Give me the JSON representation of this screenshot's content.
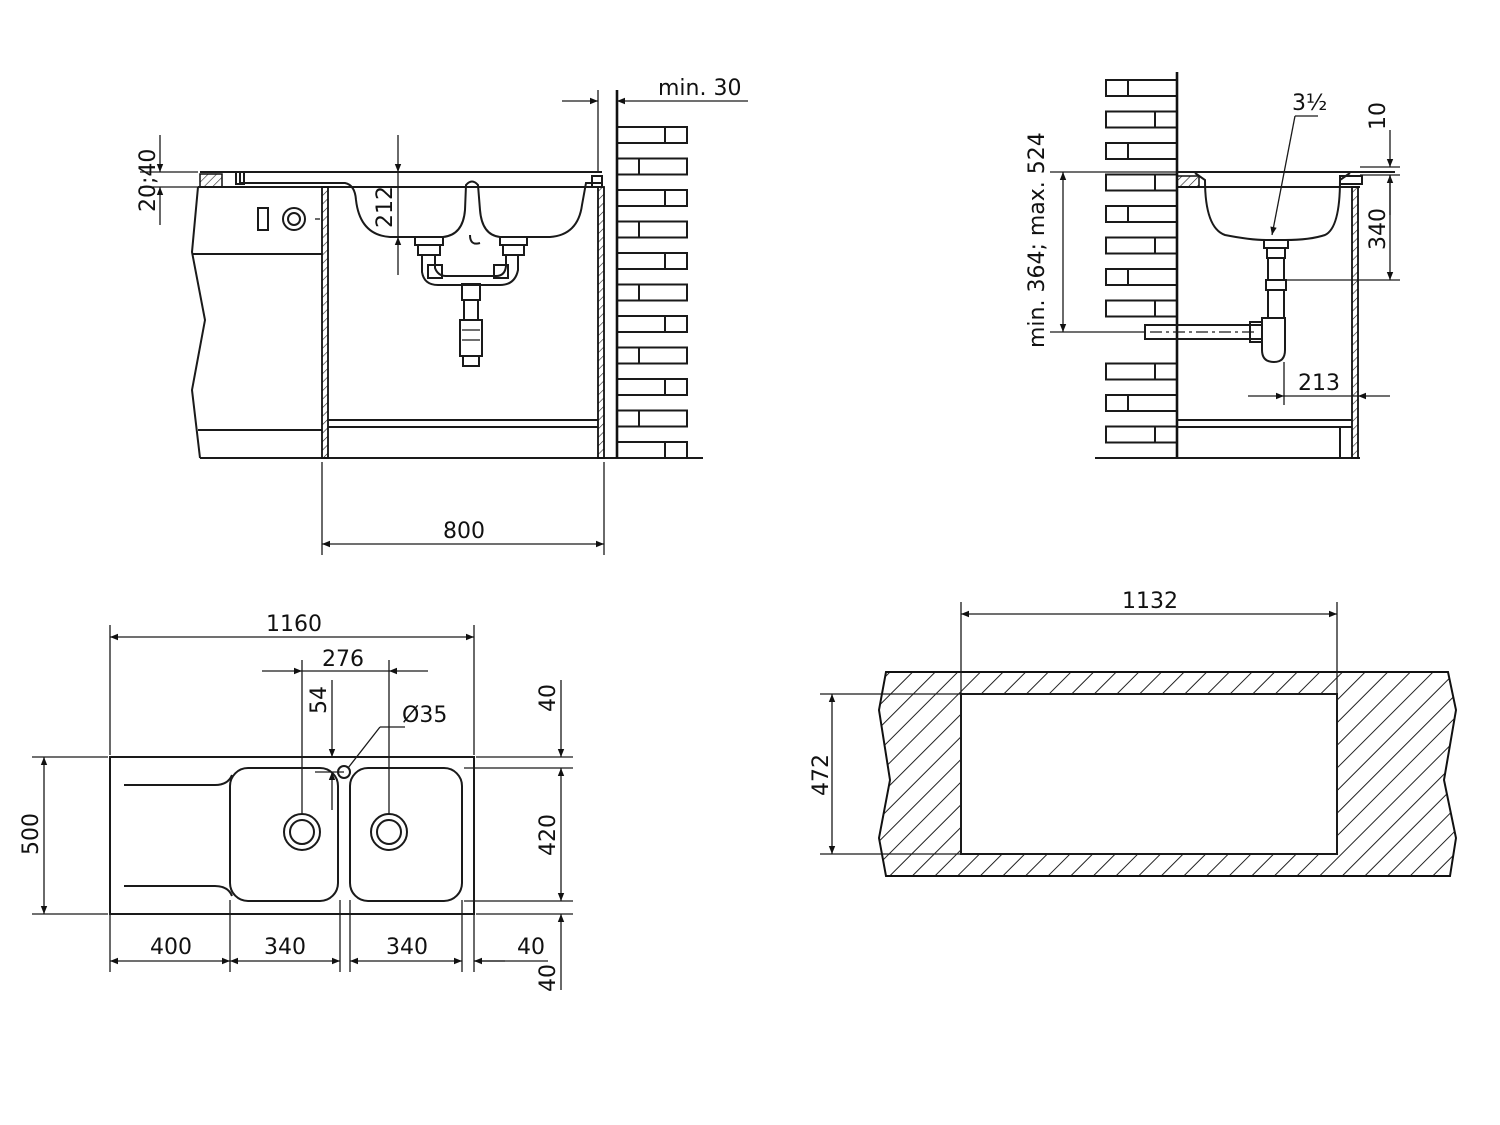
{
  "dimensions": {
    "min_wall_gap": "min. 30",
    "rim_height": "20;40",
    "bowl_depth_front": "212",
    "cabinet_width": "800",
    "waste_size": "3½",
    "top_offset": "10",
    "bowl_depth_side": "340",
    "drain_height_range": "min. 364;  max. 524",
    "drain_distance": "213",
    "overall_length": "1160",
    "bowl_spacing": "276",
    "tap_offset": "54",
    "tap_hole": "Ø35",
    "overall_width": "500",
    "top_margin": "40",
    "bowl_width": "420",
    "drainer_length": "400",
    "bowl_left_length": "340",
    "bowl_right_length": "340",
    "right_margin": "40",
    "bottom_margin": "40",
    "cutout_length": "1132",
    "cutout_width": "472"
  }
}
